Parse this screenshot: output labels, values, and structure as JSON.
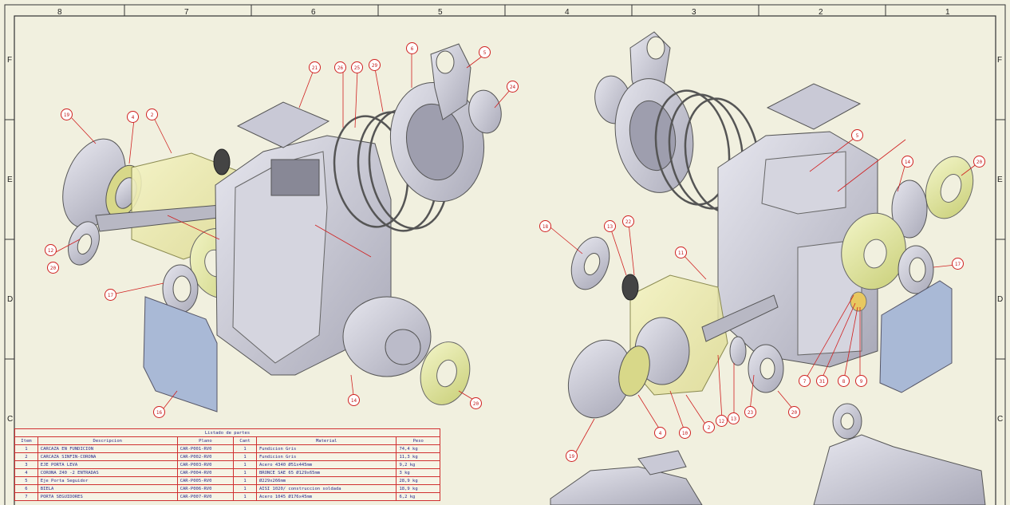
{
  "sheet": {
    "zones_top": [
      "8",
      "7",
      "6",
      "5",
      "4",
      "3",
      "2",
      "1"
    ],
    "zones_side": [
      "F",
      "E",
      "D",
      "C"
    ]
  },
  "balloons_left": [
    "19",
    "4",
    "2",
    "12",
    "20",
    "17",
    "16",
    "21",
    "26",
    "25",
    "29",
    "6",
    "5",
    "24",
    "14",
    "20"
  ],
  "balloons_right": [
    "18",
    "13",
    "22",
    "11",
    "14",
    "20",
    "17",
    "7",
    "31",
    "8",
    "9",
    "4",
    "10",
    "2",
    "12",
    "13",
    "23",
    "20",
    "19",
    "5"
  ],
  "parts_list": {
    "title": "Listado de partes",
    "headers": [
      "Item",
      "Descripcion",
      "Plano",
      "Cant",
      "Material",
      "Peso"
    ],
    "rows": [
      [
        "1",
        "CARCAZA EN FUNDICION",
        "CAR-P001-RV0",
        "1",
        "Fundicion Gris",
        "74,4 kg"
      ],
      [
        "2",
        "CARCAZA SINFIN-CORONA",
        "CAR-P002-RV0",
        "1",
        "Fundicion Gris",
        "11,3 kg"
      ],
      [
        "3",
        "EJE PORTA LEVA",
        "CAR-P003-RV0",
        "1",
        "Acero 4340  Ø51x445mm",
        "9,2 kg"
      ],
      [
        "4",
        "CORONA Z40 -2 ENTRADAS",
        "CAR-P004-RV0",
        "1",
        "BRONCE SAE 65  Ø129x65mm",
        "3 kg"
      ],
      [
        "5",
        "Eje Porta Seguidor",
        "CAR-P005-RV0",
        "1",
        "Ø229x266mm",
        "28,9 kg"
      ],
      [
        "6",
        "BIELA",
        "CAR-P006-RV0",
        "1",
        "AISI 1020/ construccion soldada",
        "18,9 kg"
      ],
      [
        "7",
        "PORTA SEGUIDORES",
        "CAR-P007-RV0",
        "1",
        "Acero 1045  Ø176x45mm",
        "6,2 kg"
      ]
    ]
  },
  "colors": {
    "balloon": "#d02020",
    "metal": "#c9c9d4",
    "bronze": "#e3e7a0",
    "cover": "#a9b9d6",
    "table_text": "#2a2a8a"
  }
}
